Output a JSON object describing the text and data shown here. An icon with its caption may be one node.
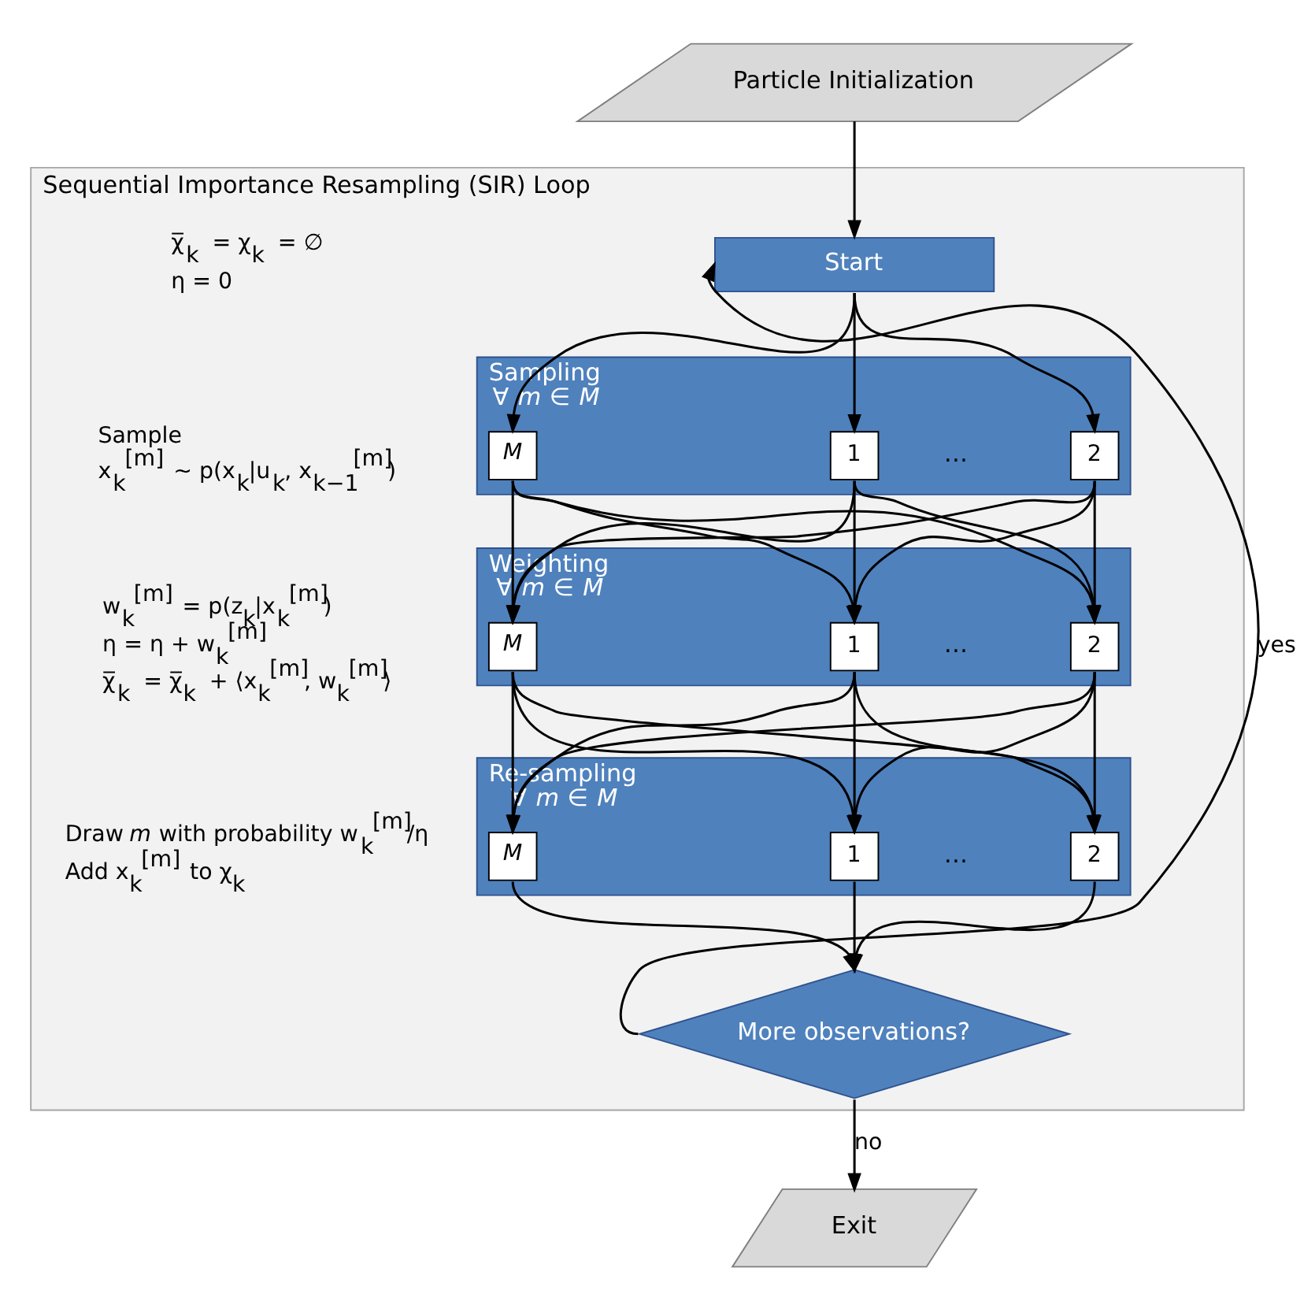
{
  "diagram": {
    "nodes": [
      {
        "text": [
          "Particle Initialization"
        ]
      },
      {
        "text": [
          "Sequential Importance Resampling (SIR) Loop"
        ]
      },
      {
        "text": [
          "Start"
        ],
        "in": 1
      },
      {
        "text": [
          "Sampling",
          "∀ *m* ∈ *M*"
        ],
        "in": 1
      },
      {
        "text": [
          "1"
        ],
        "in": 3
      },
      {
        "text": [
          "2"
        ],
        "in": 3
      },
      {
        "text": [
          "*M*"
        ],
        "in": 3
      },
      {
        "text": [
          "Weighting",
          "∀ *m* ∈ *M*"
        ],
        "in": 1
      },
      {
        "text": [
          "1"
        ],
        "in": 7
      },
      {
        "text": [
          "2"
        ],
        "in": 7
      },
      {
        "text": [
          "*M*"
        ],
        "in": 7
      },
      {
        "text": [
          "Re-sampling",
          "∀ *m* ∈ *M*"
        ],
        "in": 1
      },
      {
        "text": [
          "1"
        ],
        "in": 11
      },
      {
        "text": [
          "2"
        ],
        "in": 11
      },
      {
        "text": [
          "*M*"
        ],
        "in": 11
      },
      {
        "text": [
          "More observations?"
        ],
        "in": 1
      },
      {
        "text": [
          "Exit"
        ]
      }
    ],
    "edges": [
      {
        "from": 0,
        "to": 2,
        "arrow": "to"
      },
      {
        "from": 2,
        "to": 4,
        "arrow": "to"
      },
      {
        "from": 2,
        "to": 5,
        "arrow": "to"
      },
      {
        "from": 2,
        "to": 6,
        "arrow": "to"
      },
      {
        "from": 4,
        "to": 8,
        "arrow": "to"
      },
      {
        "from": 4,
        "to": 9,
        "arrow": "to"
      },
      {
        "from": 4,
        "to": 10,
        "arrow": "to"
      },
      {
        "from": 5,
        "to": 8,
        "arrow": "to"
      },
      {
        "from": 5,
        "to": 9,
        "arrow": "to"
      },
      {
        "from": 5,
        "to": 10,
        "arrow": "to"
      },
      {
        "from": 6,
        "to": 8,
        "arrow": "to"
      },
      {
        "from": 6,
        "to": 9,
        "arrow": "to"
      },
      {
        "from": 6,
        "to": 10,
        "arrow": "to"
      },
      {
        "from": 8,
        "to": 12,
        "arrow": "to"
      },
      {
        "from": 8,
        "to": 13,
        "arrow": "to"
      },
      {
        "from": 8,
        "to": 14,
        "arrow": "to"
      },
      {
        "from": 9,
        "to": 12,
        "arrow": "to"
      },
      {
        "from": 9,
        "to": 13,
        "arrow": "to"
      },
      {
        "from": 9,
        "to": 14,
        "arrow": "to"
      },
      {
        "from": 10,
        "to": 12,
        "arrow": "to"
      },
      {
        "from": 10,
        "to": 13,
        "arrow": "to"
      },
      {
        "from": 10,
        "to": 14,
        "arrow": "to"
      },
      {
        "from": 12,
        "to": 15,
        "arrow": "to"
      },
      {
        "from": 13,
        "to": 15,
        "arrow": "to"
      },
      {
        "from": 14,
        "to": 15,
        "arrow": "to"
      },
      {
        "from": 15,
        "to": 2,
        "label": "yes",
        "arrow": "to"
      },
      {
        "from": 15,
        "to": 16,
        "label": "no",
        "arrow": "to"
      }
    ],
    "labels": [
      "χ̅$_{k}$ = χ$_{k}$ = ∅",
      "η = 0",
      "Sample",
      "x$_{k}$$^{[m]}$ ~ p(x$_{k}$|u$_{k}$, x$_{k−1}$$^{[m]}$)",
      "…",
      "w$_{k}$$^{[m]}$ = p(z$_{k}$|x$_{k}$$^{[m]}$)",
      "η = η + w$_{k}$$^{[m]}$",
      "χ̅$_{k}$ = χ̅$_{k}$ + ⟨x$_{k}$$^{[m]}$, w$_{k}$$^{[m]}$⟩",
      "…",
      "Draw *m* with probability w$_{k}$$^{[m]}$/η",
      "Add x$_{k}$$^{[m]}$ to χ$_{k}$",
      "…"
    ]
  }
}
